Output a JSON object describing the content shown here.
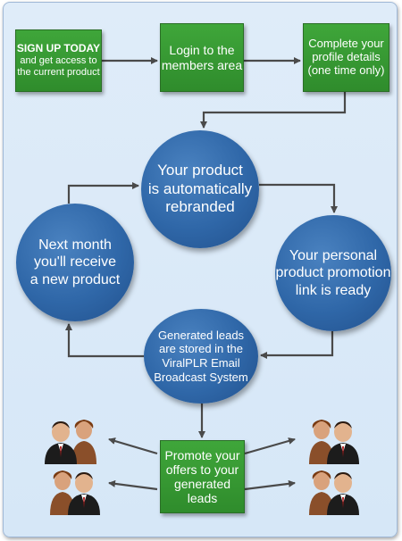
{
  "boxes": {
    "signup": {
      "strong": "SIGN UP TODAY",
      "line2": "and get access to",
      "line3": "the current product"
    },
    "login": {
      "line1": "Login to the",
      "line2": "members area"
    },
    "profile": {
      "line1": "Complete your",
      "line2": "profile details",
      "line3": "(one time only)"
    },
    "promote": {
      "line1": "Promote your",
      "line2": "offers to your",
      "line3": "generated",
      "line4": "leads"
    }
  },
  "circles": {
    "rebranded": {
      "line1": "Your product",
      "line2": "is automatically",
      "line3": "rebranded"
    },
    "promo_link": {
      "line1": "Your personal",
      "line2": "product promotion",
      "line3": "link is ready"
    },
    "next_month": {
      "line1": "Next month",
      "line2": "you'll receive",
      "line3": "a new product"
    },
    "leads": {
      "line1": "Generated leads",
      "line2": "are stored in the",
      "line3": "ViralPLR Email",
      "line4": "Broadcast System"
    }
  },
  "colors": {
    "box_green": "#3a9a35",
    "circle_blue": "#2f67a8",
    "arrow": "#4a4a4a",
    "background": "#d9e9f8"
  },
  "icons": [
    "business-people-icon"
  ]
}
